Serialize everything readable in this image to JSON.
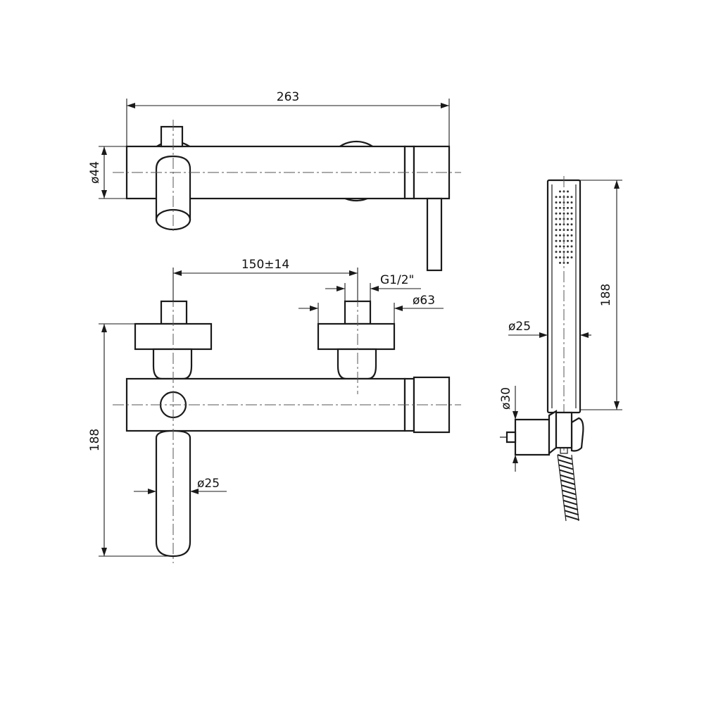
{
  "dimensions": {
    "overall_width": "263",
    "body_diameter": "ø44",
    "inlet_spacing": "150±14",
    "thread": "G1/2\"",
    "flange_diameter": "ø63",
    "overall_height": "188",
    "spout_diameter": "ø25",
    "handshower_length": "188",
    "handshower_diameter": "ø25",
    "holder_diameter": "ø30"
  },
  "colors": {
    "line": "#1a1a1a",
    "background": "#ffffff"
  }
}
